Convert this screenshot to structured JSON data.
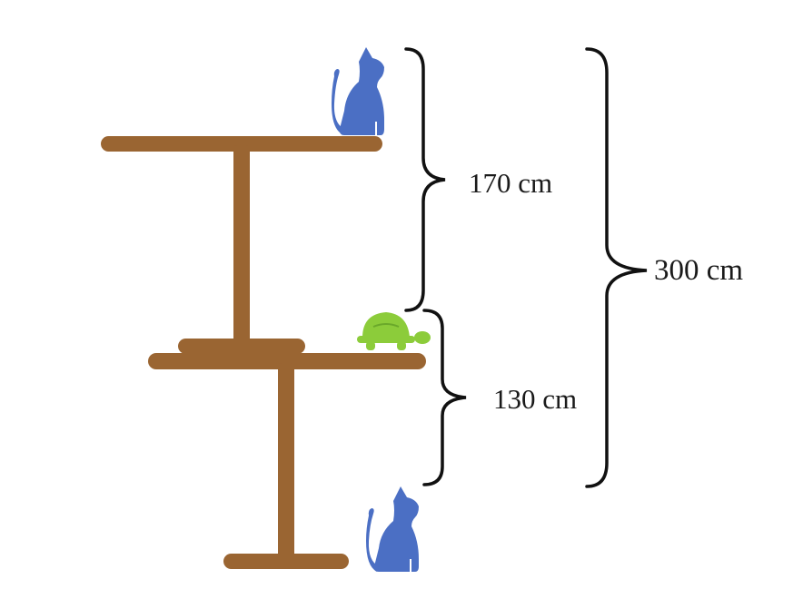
{
  "labels": {
    "top_gap": "170 cm",
    "bottom_gap": "130 cm",
    "total": "300 cm"
  },
  "icons": {
    "top_animal": "cat-icon",
    "middle_animal": "turtle-icon",
    "bottom_animal": "cat-icon"
  },
  "colors": {
    "wood": "#9a6532",
    "cat": "#4b6fc4",
    "turtle": "#8ccc3a",
    "turtle_dark": "#6aa82a",
    "brace": "#111111"
  }
}
